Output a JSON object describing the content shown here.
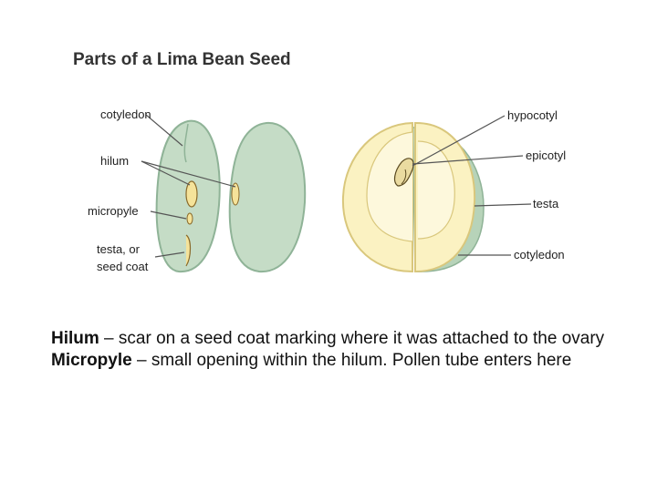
{
  "diagram": {
    "title": "Parts of a Lima Bean Seed",
    "left_labels": {
      "cotyledon": "cotyledon",
      "hilum": "hilum",
      "micropyle": "micropyle",
      "testa_line1": "testa, or",
      "testa_line2": "seed coat"
    },
    "right_labels": {
      "hypocotyl": "hypocotyl",
      "epicotyl": "epicotyl",
      "testa": "testa",
      "cotyledon": "cotyledon"
    },
    "colors": {
      "green_seed": "#c5dcc6",
      "green_edge": "#8fb397",
      "cream_seed": "#fbf2c2",
      "cream_inner": "#fdf8dc",
      "cream_edge": "#d9c77c"
    }
  },
  "caption": {
    "hilum_term": "Hilum",
    "hilum_def": " – scar on a seed coat marking where it was attached to the ovary",
    "micropyle_term": "Micropyle",
    "micropyle_def": " – small opening within the hilum. Pollen tube enters here"
  }
}
